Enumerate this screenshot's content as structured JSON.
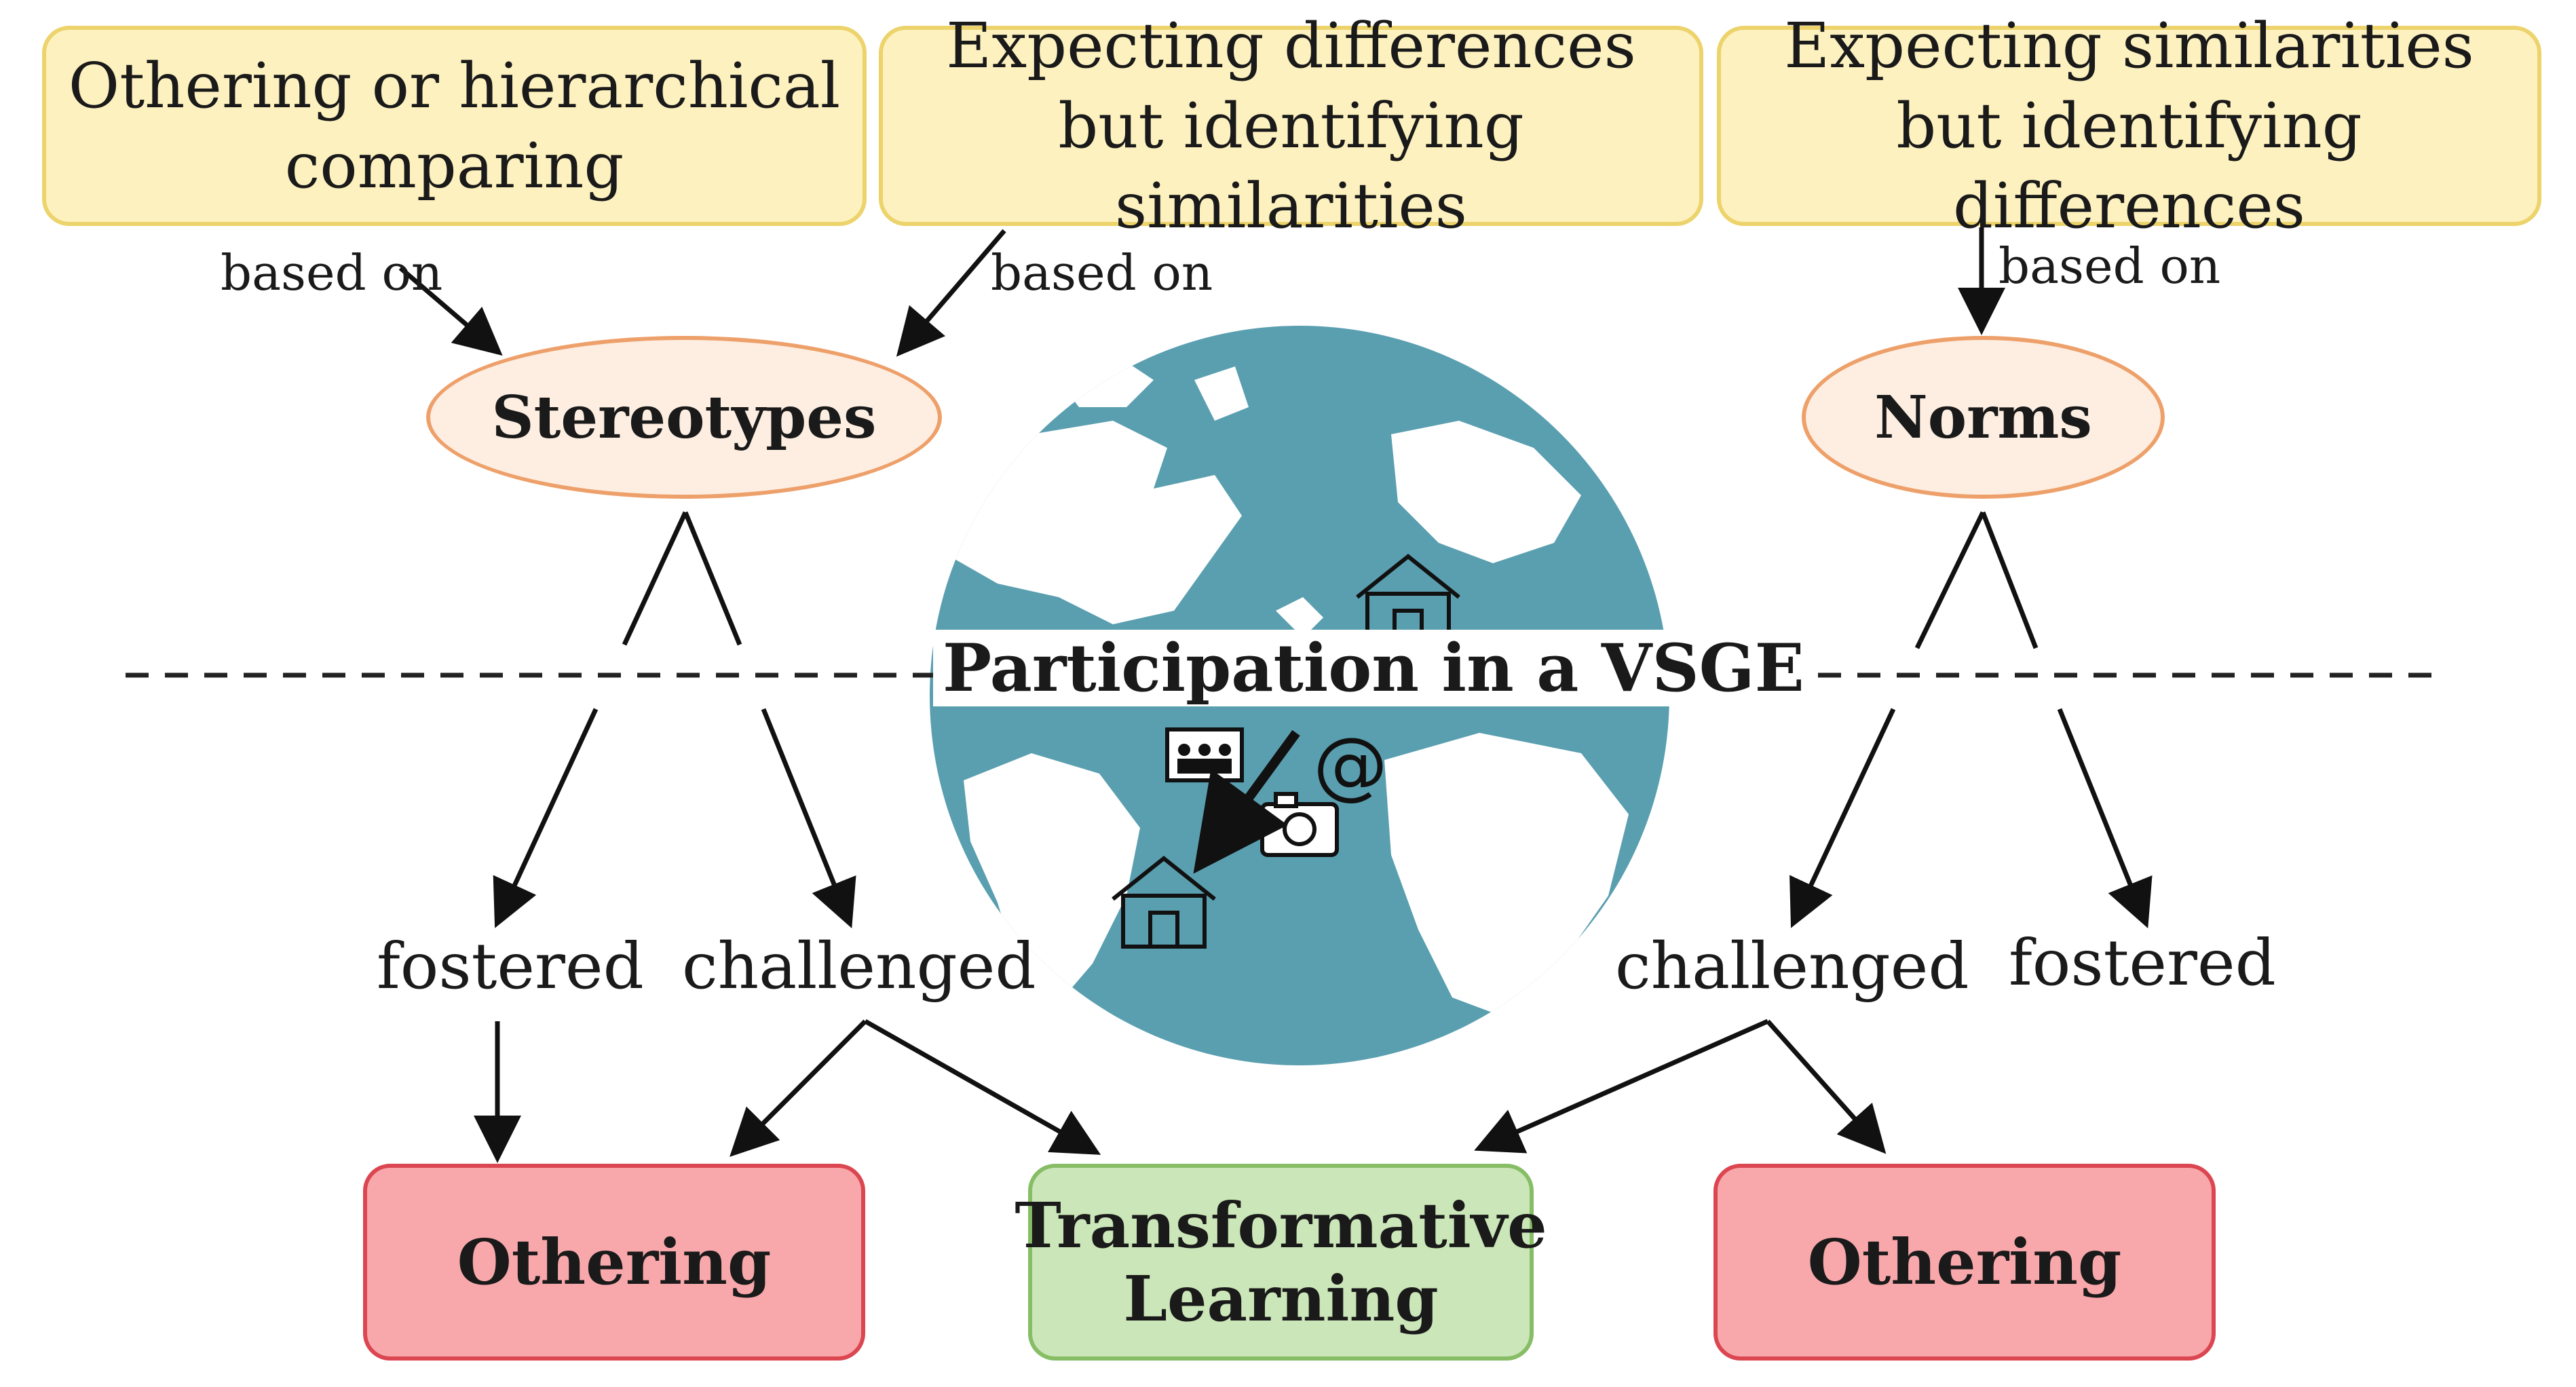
{
  "top_boxes": {
    "othering_comparing": "Othering or hierarchical comparing",
    "expecting_differences": "Expecting differences but identifying similarities",
    "expecting_similarities": "Expecting similarities but identifying differences"
  },
  "based_on": {
    "left": "based on",
    "middle": "based on",
    "right": "based on"
  },
  "nodes": {
    "stereotypes": "Stereotypes",
    "norms": "Norms",
    "participation": "Participation in a VSGE"
  },
  "branches": {
    "left_fostered": "fostered",
    "left_challenged": "challenged",
    "right_challenged": "challenged",
    "right_fostered": "fostered"
  },
  "outcomes": {
    "othering_left": "Othering",
    "transformative_line1": "Transformative",
    "transformative_line2": "Learning",
    "othering_right": "Othering"
  },
  "icons": {
    "globe": "globe-icon",
    "house": "house-icon",
    "at": "at-sign-icon",
    "camera": "camera-icon",
    "group": "group-photo-icon"
  },
  "colors": {
    "top_box_fill": "#fdf1bf",
    "top_box_border": "#ecd36c",
    "ellipse_fill": "#fdeee1",
    "ellipse_border": "#eea06a",
    "othering_fill": "#f8a8ab",
    "othering_border": "#db4651",
    "transformative_fill": "#cbe6b8",
    "transformative_border": "#86bd65",
    "globe_water": "#5a9fb0",
    "globe_land": "#ffffff"
  }
}
